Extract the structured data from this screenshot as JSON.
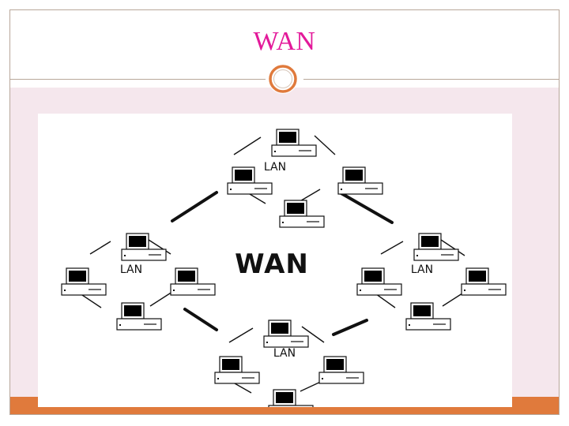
{
  "slide": {
    "title": "WAN",
    "title_color": "#e3199a",
    "accent_color": "#e07a3c",
    "background_panel_color": "#f5e7ed"
  },
  "diagram": {
    "center_label": "WAN",
    "networks": [
      {
        "label": "LAN",
        "computers": 4
      },
      {
        "label": "LAN",
        "computers": 4
      },
      {
        "label": "LAN",
        "computers": 4
      },
      {
        "label": "LAN",
        "computers": 4
      }
    ]
  }
}
